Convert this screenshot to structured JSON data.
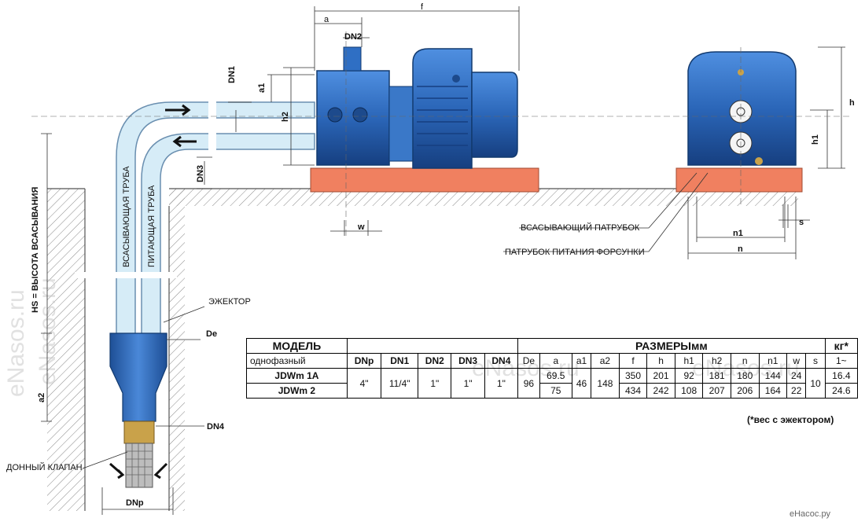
{
  "labels": {
    "suction_height": "HS = ВЫСОТА ВСАСЫВАНИЯ",
    "suction_pipe": "ВСАСЫВАЮЩАЯ ТРУБА",
    "supply_pipe": "ПИТАЮЩАЯ ТРУБА",
    "ejector": "ЭЖЕКТОР",
    "foot_valve": "ДОННЫЙ КЛАПАН",
    "suction_port": "ВСАСЫВАЮЩИЙ ПАТРУБОК",
    "nozzle_port": "ПАТРУБОК ПИТАНИЯ ФОРСУНКИ",
    "dim_a": "a",
    "dim_f": "f",
    "dim_dn1": "DN1",
    "dim_dn2": "DN2",
    "dim_dn3": "DN3",
    "dim_dn4": "DN4",
    "dim_dnp": "DNp",
    "dim_de": "De",
    "dim_a1": "a1",
    "dim_a2": "a2",
    "dim_h": "h",
    "dim_h1": "h1",
    "dim_h2": "h2",
    "dim_w": "w",
    "dim_n": "n",
    "dim_n1": "n1",
    "dim_s": "s"
  },
  "watermarks": [
    "eNasos.ru",
    "eNasos.ru",
    "eNasos.ru",
    "eNasos.ru"
  ],
  "brand": "eНасос.ру",
  "table": {
    "model": "МОДЕЛЬ",
    "sizes": "РАЗМЕРЫмм",
    "weight": "кг*",
    "phase": "однофазный",
    "weight_sub": "1~",
    "cols": [
      "DNp",
      "DN1",
      "DN2",
      "DN3",
      "DN4",
      "De",
      "a",
      "a1",
      "a2",
      "f",
      "h",
      "h1",
      "h2",
      "n",
      "n1",
      "w",
      "s"
    ],
    "rows": [
      {
        "model": "JDWm 1A",
        "a": "69.5",
        "f": "350",
        "h": "201",
        "h1": "92",
        "h2": "181",
        "n": "180",
        "n1": "144",
        "w": "24",
        "kg": "16.4"
      },
      {
        "model": "JDWm 2",
        "a": "75",
        "f": "434",
        "h": "242",
        "h1": "108",
        "h2": "207",
        "n": "206",
        "n1": "164",
        "w": "22",
        "kg": "24.6"
      }
    ],
    "shared": {
      "dnp": "4\"",
      "dn1": "11/4\"",
      "dn2": "1\"",
      "dn3": "1\"",
      "dn4": "1\"",
      "de": "96",
      "a1": "46",
      "a2": "148",
      "s": "10"
    }
  },
  "note": "(*вес с эжектором)",
  "colors": {
    "pump_blue": "#2f6fc4",
    "pipe": "#d6ecf7",
    "base": "#f08060"
  }
}
